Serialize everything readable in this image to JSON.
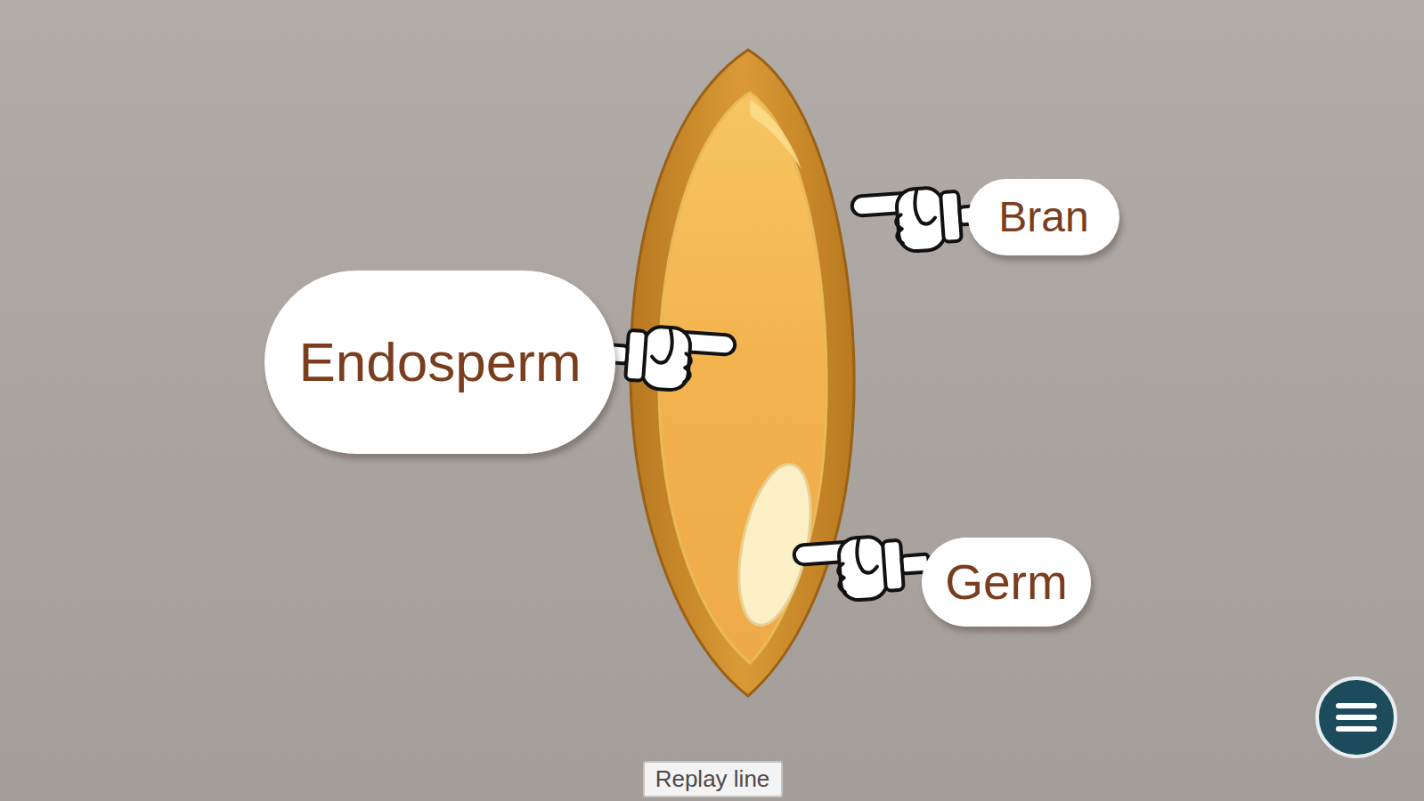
{
  "diagram": {
    "nodes": [
      {
        "text": [
          "Bran"
        ]
      },
      {
        "text": [
          "Endosperm"
        ]
      },
      {
        "text": [
          "Germ"
        ]
      },
      {
        "text": [
          "Replay line"
        ]
      }
    ]
  }
}
